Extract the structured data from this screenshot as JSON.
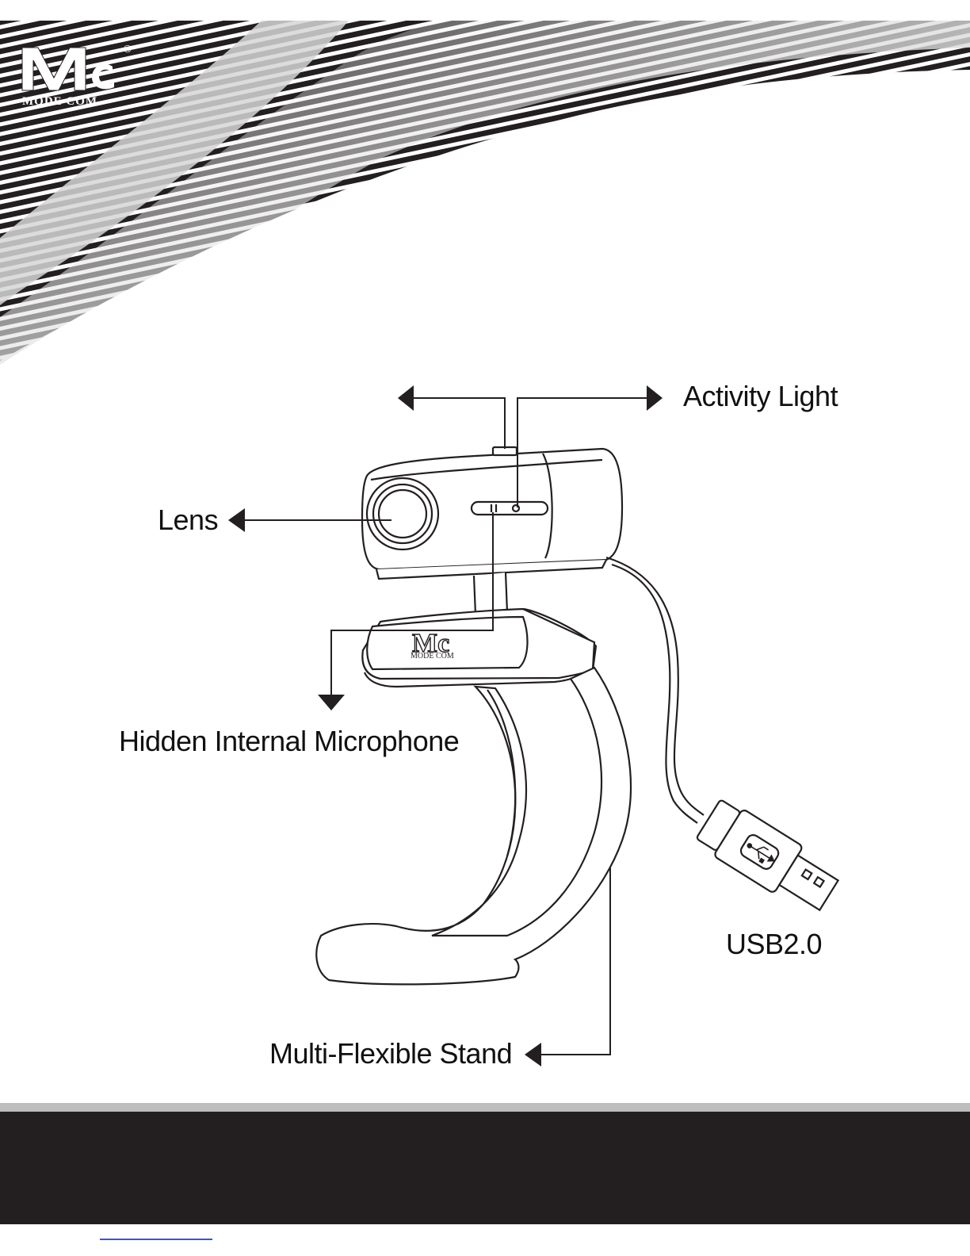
{
  "brand": {
    "name": "MODE COM",
    "monogram": "Mc",
    "registered_mark": "®"
  },
  "callouts": {
    "activity_light": "Activity Light",
    "lens": "Lens",
    "microphone": "Hidden Internal Microphone",
    "usb": "USB2.0",
    "stand": "Multi-Flexible Stand"
  },
  "colors": {
    "stripe": "#231f20",
    "footer_band": "#231f20",
    "footer_rule": "#bdbdbd",
    "link_rule": "#3b57c6"
  },
  "icons": {
    "usb": "usb-trident-icon",
    "arrowheads": "triangle-arrow-icon"
  }
}
